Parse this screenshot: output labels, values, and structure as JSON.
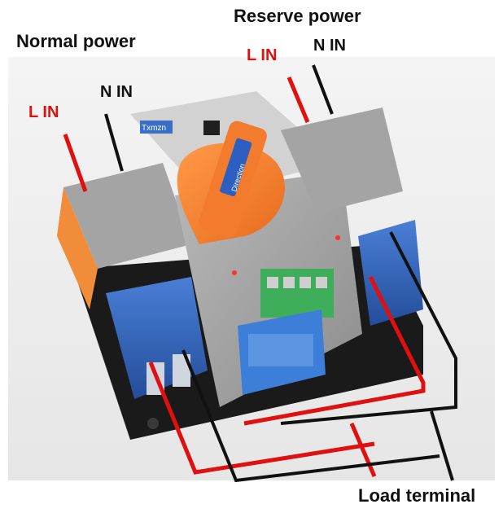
{
  "labels": {
    "normal_power": "Normal power",
    "reserve_power": "Reserve power",
    "normal_l_in": "L IN",
    "normal_n_in": "N IN",
    "reserve_l_in": "L  IN",
    "reserve_n_in": "N IN",
    "load_terminal": "Load terminal"
  },
  "device": {
    "brand_text": "Txmzn",
    "direction_text": "Direction"
  },
  "colors": {
    "wire_live": "#e01010",
    "wire_neutral": "#111111",
    "handle": "#f07a2a",
    "housing": "#9a9a9a",
    "terminal_block": "#2e5fb0",
    "connector": "#3fae5a"
  }
}
